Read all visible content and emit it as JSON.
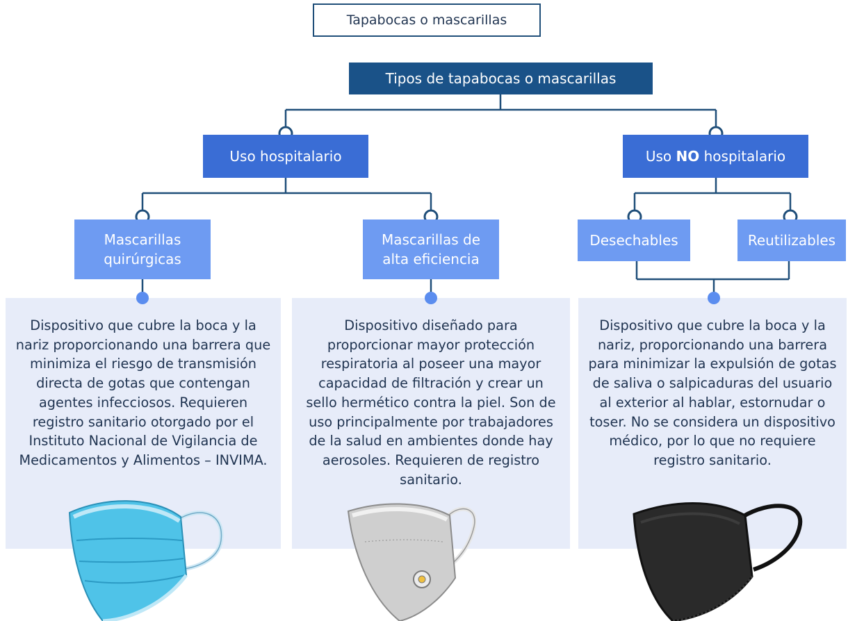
{
  "header_title": "Tapabocas o mascarillas",
  "root_label": "Tipos de tapabocas o mascarillas",
  "branches": {
    "hospital": {
      "label": "Uso hospitalario",
      "children": {
        "surgical": {
          "label": "Mascarillas quirúrgicas",
          "description": "Dispositivo que cubre la boca y la nariz proporcionando una barrera que minimiza el riesgo de transmisión directa de gotas que contengan agentes infecciosos. Requieren registro sanitario otorgado por el Instituto Nacional de Vigilancia de Medicamentos y Alimentos – INVIMA."
        },
        "high_efficiency": {
          "label": "Mascarillas de alta eficiencia",
          "description": "Dispositivo diseñado para proporcionar mayor protección respiratoria al poseer una mayor capacidad de filtración y crear un sello hermético contra la piel. Son de uso principalmente por trabajadores de la salud en ambientes donde hay aerosoles. Requieren de registro sanitario."
        }
      }
    },
    "non_hospital": {
      "label_prefix": "Uso ",
      "label_emphasis": "NO",
      "label_suffix": " hospitalario",
      "children": {
        "disposable": {
          "label": "Desechables"
        },
        "reusable": {
          "label": "Reutilizables"
        }
      },
      "description": "Dispositivo que cubre la boca y la nariz, proporcionando una barrera para minimizar la expulsión de gotas de saliva o salpicaduras del usuario al exterior al hablar, estornudar o toser. No se considera un dispositivo médico, por lo que no requiere registro sanitario."
    }
  },
  "colors": {
    "dark_navy": "#1a5288",
    "mid_blue": "#3a6dd5",
    "light_blue": "#6e9bf2",
    "panel_bg": "#e7ecf9",
    "line": "#1f4e79",
    "dot": "#5b8def"
  },
  "illustrations": [
    "surgical-mask-icon",
    "kn95-mask-icon",
    "cloth-mask-icon"
  ]
}
